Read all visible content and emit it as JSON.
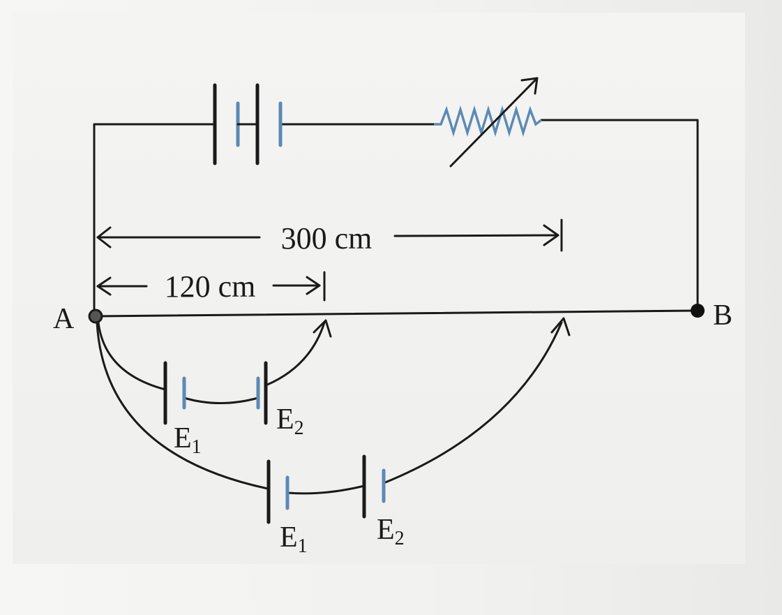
{
  "labels": {
    "point_a": "A",
    "point_b": "B",
    "length_300": "300 cm",
    "length_120": "120 cm",
    "cell_1_base": "E",
    "cell_1_sub": "1",
    "cell_2_base": "E",
    "cell_2_sub": "2"
  },
  "colors": {
    "wire": "#1a1a1a",
    "cell_short_plate": "#5c8ab5",
    "rheostat": "#5c8ab5"
  }
}
